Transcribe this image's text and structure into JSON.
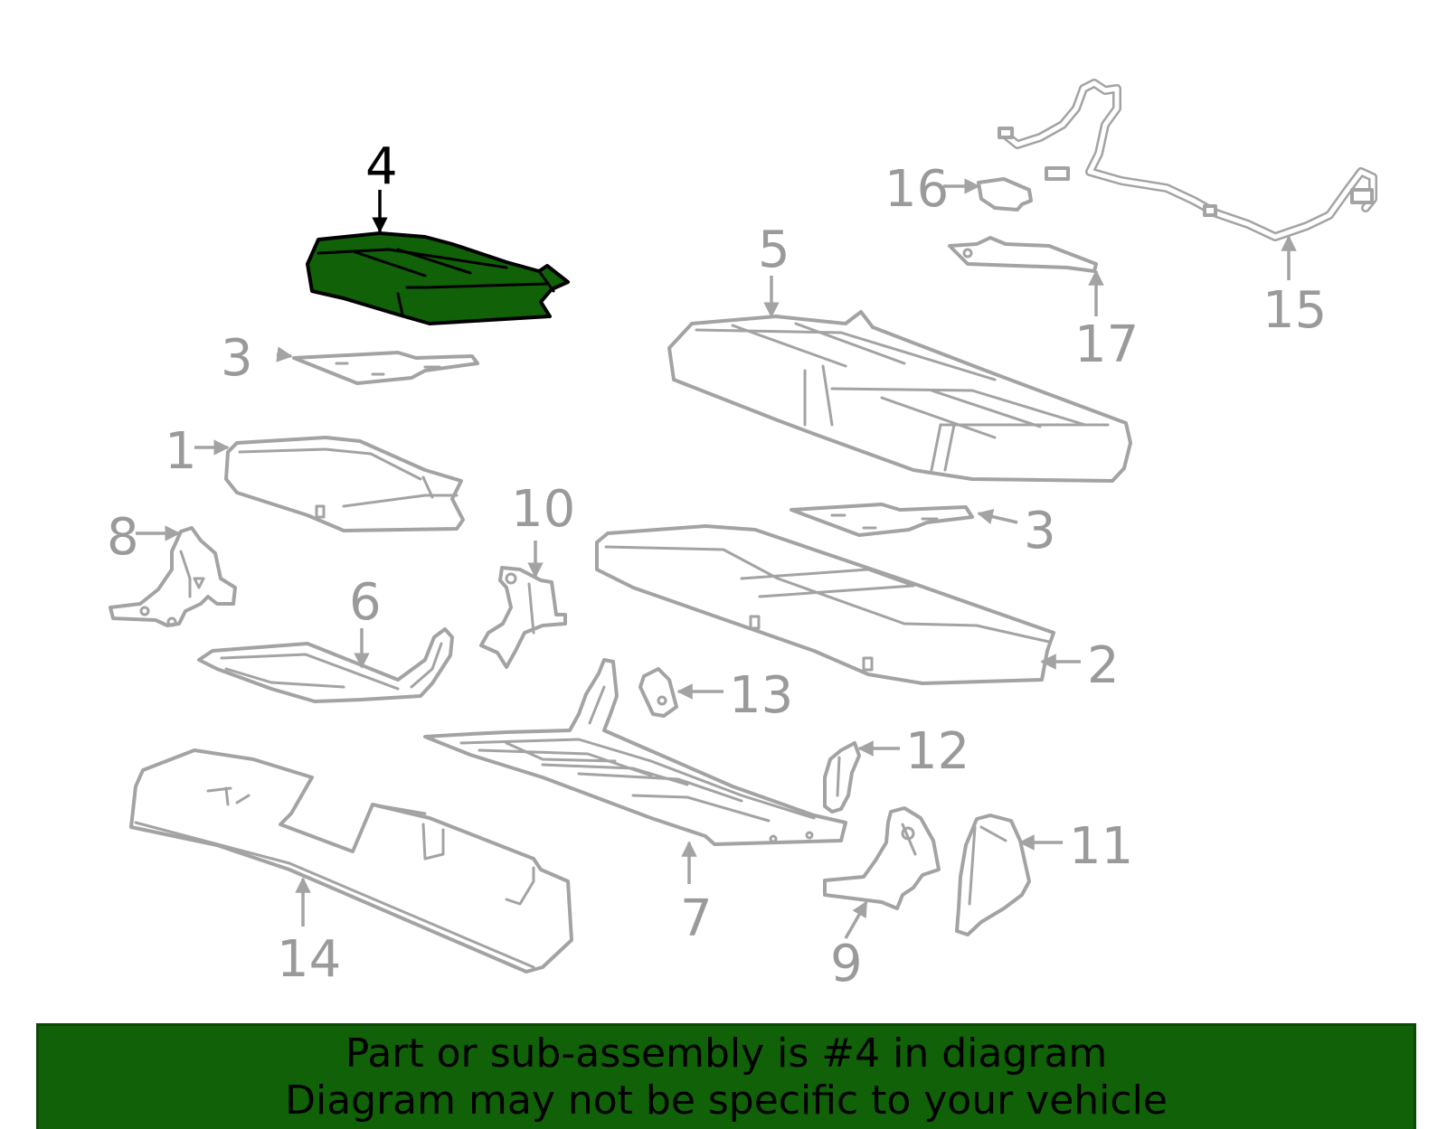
{
  "colors": {
    "highlight": "#106108",
    "line": "#a3a3a3",
    "callout": "#9a9a9a",
    "banner_background": "#106108",
    "banner_text": "#000000"
  },
  "callouts": {
    "part_1": "1",
    "part_2": "2",
    "part_3_left": "3",
    "part_3_right": "3",
    "part_4": "4",
    "part_5": "5",
    "part_6": "6",
    "part_7": "7",
    "part_8": "8",
    "part_9": "9",
    "part_10": "10",
    "part_11": "11",
    "part_12": "12",
    "part_13": "13",
    "part_14": "14",
    "part_15": "15",
    "part_16": "16",
    "part_17": "17"
  },
  "highlighted_part": "4",
  "banner": {
    "line1": "Part or sub-assembly is #4 in diagram",
    "line2": "Diagram may not be specific to your vehicle"
  }
}
